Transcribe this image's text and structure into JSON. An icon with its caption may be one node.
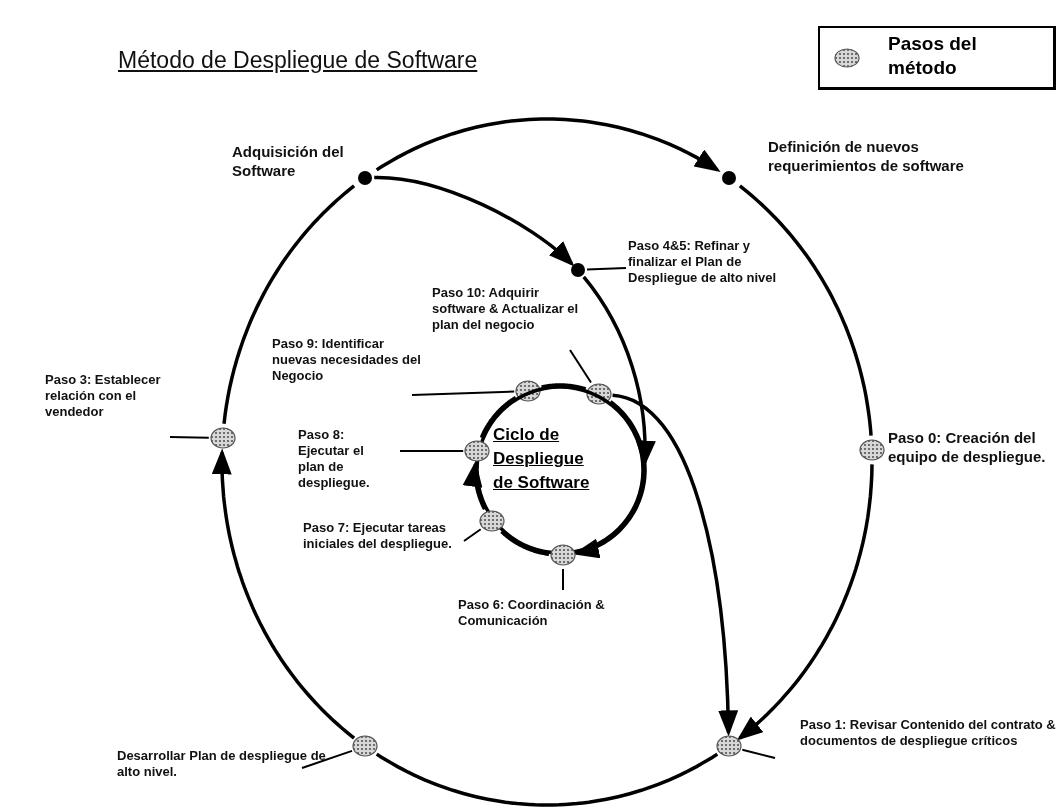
{
  "diagram": {
    "title": "Método de Despliegue de Software",
    "nodes": [
      {
        "text": [],
        "shape": "circle",
        "beside": [
          "Adquisición del Software"
        ]
      },
      {
        "text": [],
        "shape": "circle",
        "beside": [
          "Definición de nuevos requerimientos de software"
        ]
      },
      {
        "text": [
          "Paso 4&5: Refinar y finalizar el Plan de Despliegue de alto nivel"
        ]
      },
      {
        "text": [],
        "shape": "circle"
      },
      {
        "text": [
          "Paso 10: Adquirir software & Actualizar el plan del negocio"
        ]
      },
      {
        "text": [
          "Paso 9: Identificar nuevas necesidades del Negocio"
        ]
      },
      {
        "text": [],
        "shape": "circle"
      },
      {
        "text": [],
        "shape": "circle"
      },
      {
        "text": [
          "Paso 3: Establecer relación con el vendedor"
        ]
      },
      {
        "text": [],
        "shape": "circle"
      },
      {
        "text": [
          "Ciclo de Despliegue de Software"
        ]
      },
      {
        "text": [
          "Paso 8: Ejecutar el plan de despliegue."
        ]
      },
      {
        "text": [],
        "shape": "circle"
      },
      {
        "text": [],
        "shape": "circle",
        "beside": [
          "Paso 0: Creación del equipo de despliegue."
        ]
      },
      {
        "text": [
          "Paso 7: Ejecutar tareas iniciales del despliegue."
        ]
      },
      {
        "text": [],
        "shape": "circle"
      },
      {
        "text": [],
        "shape": "circle"
      },
      {
        "text": [
          "Paso 6: Coordinación & Comunicación"
        ]
      },
      {
        "text": [
          "Paso 1: Revisar Contenido del contrato & documentos de despliegue críticos"
        ]
      },
      {
        "text": [],
        "shape": "circle"
      },
      {
        "text": [
          "Desarrollar Plan de despliegue de alto nivel."
        ]
      },
      {
        "text": [],
        "shape": "circle"
      }
    ],
    "edges": [
      {
        "from": 0,
        "to": 1,
        "arrow": "to"
      },
      {
        "from": 1,
        "to": 13,
        "arrow": "none"
      },
      {
        "from": 13,
        "to": 19,
        "arrow": "to"
      },
      {
        "from": 19,
        "to": 21,
        "arrow": "none"
      },
      {
        "from": 21,
        "to": 9,
        "arrow": "to"
      },
      {
        "from": 9,
        "to": 0,
        "arrow": "none"
      },
      {
        "from": 0,
        "to": 3,
        "arrow": "to"
      },
      {
        "from": 3,
        "to": 10,
        "arrow": "to"
      },
      {
        "from": 7,
        "to": 16,
        "arrow": "to"
      },
      {
        "from": 16,
        "to": 15,
        "arrow": "none"
      },
      {
        "from": 15,
        "to": 12,
        "arrow": "to"
      },
      {
        "from": 12,
        "to": 6,
        "arrow": "none"
      },
      {
        "from": 6,
        "to": 7,
        "arrow": "none"
      },
      {
        "from": 7,
        "to": 19,
        "arrow": "to"
      },
      {
        "from": 2,
        "to": 3,
        "arrow": "none"
      },
      {
        "from": 4,
        "to": 7,
        "arrow": "none"
      },
      {
        "from": 5,
        "to": 6,
        "arrow": "none"
      },
      {
        "from": 8,
        "to": 9,
        "arrow": "none"
      },
      {
        "from": 11,
        "to": 12,
        "arrow": "none"
      },
      {
        "from": 14,
        "to": 15,
        "arrow": "none"
      },
      {
        "from": 17,
        "to": 16,
        "arrow": "none"
      },
      {
        "from": 18,
        "to": 19,
        "arrow": "none"
      },
      {
        "from": 20,
        "to": 21,
        "arrow": "none"
      }
    ],
    "legend": [
      {
        "text": "Pasos del método"
      }
    ]
  }
}
